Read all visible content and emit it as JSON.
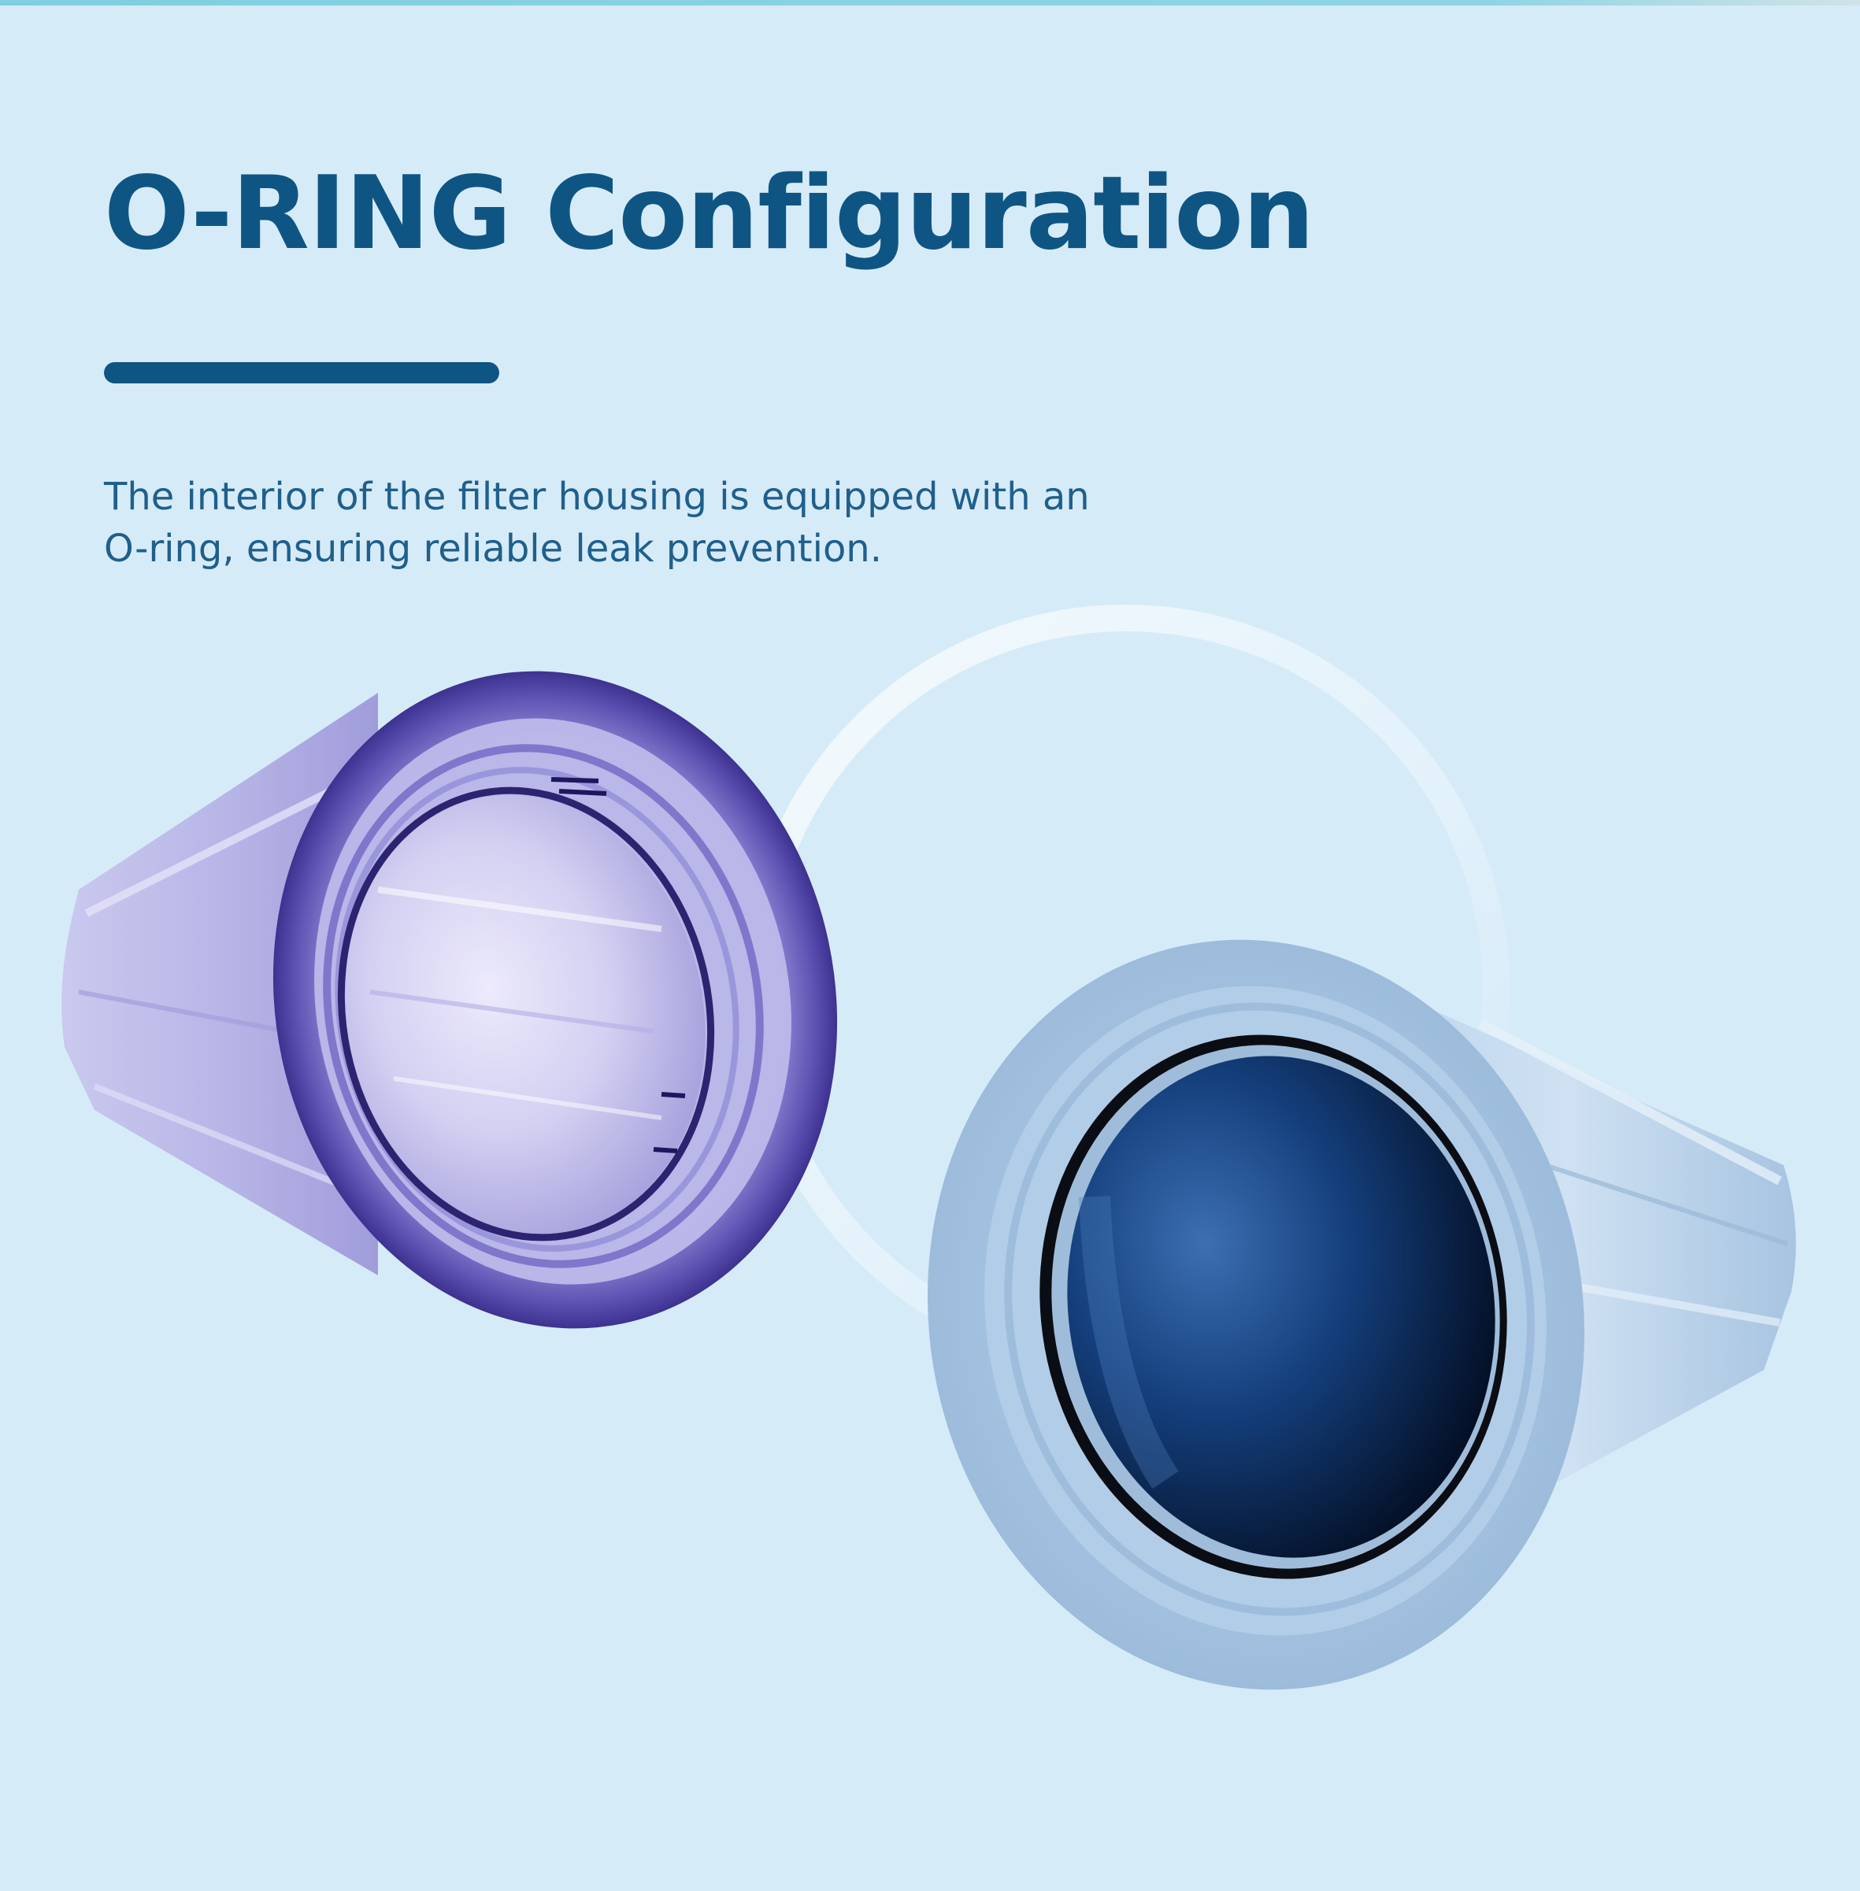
{
  "heading": {
    "title": "O-RING Configuration"
  },
  "description": {
    "line_1": "The interior of the filter housing is equipped with an",
    "line_2": "O-ring, ensuring reliable leak prevention."
  },
  "colors": {
    "background": "#d6ebf8",
    "title": "#0e5584",
    "body_text": "#1f5f8c",
    "accent_rule": "#0e5584",
    "clear_housing": "#5a4fb0",
    "blue_housing": "#a9c7e4"
  },
  "images": [
    {
      "name": "clear-filter-housing",
      "depicts": "transparent purple filter housing with internal O-ring"
    },
    {
      "name": "blue-filter-housing",
      "depicts": "light blue filter housing with black O-ring"
    }
  ]
}
